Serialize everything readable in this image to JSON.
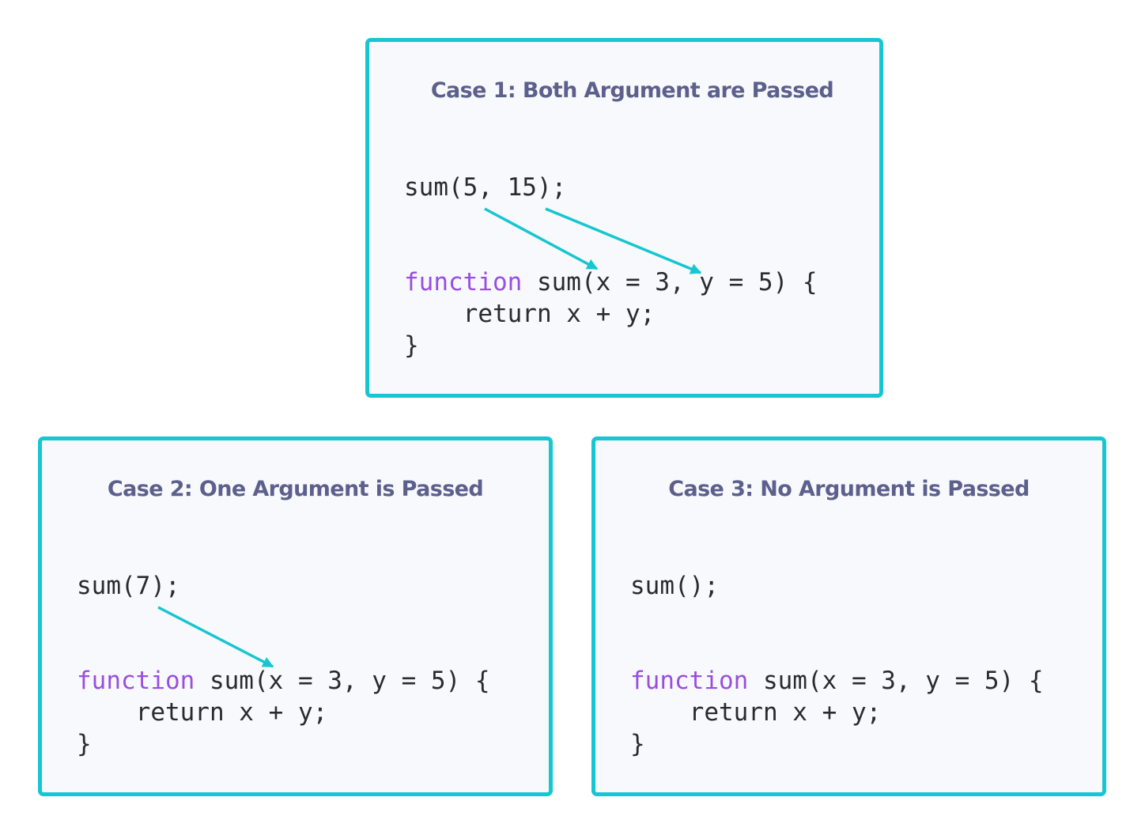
{
  "colors": {
    "border": "#16c6d0",
    "box_background": "#f7f9fd",
    "title": "#5d5f8c",
    "code_text": "#2b2b2e",
    "keyword": "#9a4ee0",
    "arrow": "#16c6d0"
  },
  "cases": [
    {
      "title": "Case 1: Both Argument are Passed",
      "call": "sum(5, 15);",
      "func_keyword": "function",
      "func_signature": " sum(x = 3, y = 5) {",
      "body_line": "    return x + y;",
      "closing": "}",
      "arrows": [
        {
          "from": "5",
          "to": "x"
        },
        {
          "from": "15",
          "to": "y"
        }
      ]
    },
    {
      "title": "Case 2: One Argument is Passed",
      "call": "sum(7);",
      "func_keyword": "function",
      "func_signature": " sum(x = 3, y = 5) {",
      "body_line": "    return x + y;",
      "closing": "}",
      "arrows": [
        {
          "from": "7",
          "to": "x"
        }
      ]
    },
    {
      "title": "Case 3: No Argument is Passed",
      "call": "sum();",
      "func_keyword": "function",
      "func_signature": " sum(x = 3, y = 5) {",
      "body_line": "    return x + y;",
      "closing": "}",
      "arrows": []
    }
  ]
}
